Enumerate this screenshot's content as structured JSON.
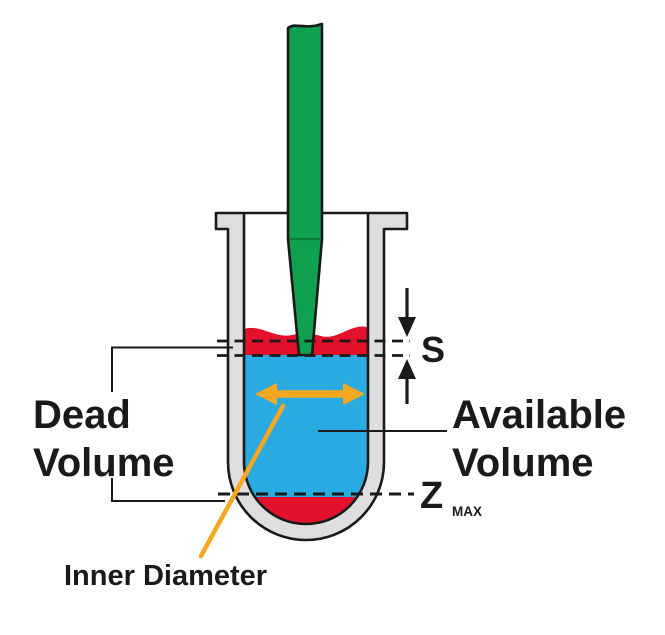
{
  "labels": {
    "dead_volume": {
      "line1": "Dead",
      "line2": "Volume"
    },
    "available_volume": {
      "line1": "Available",
      "line2": "Volume"
    },
    "inner_diameter": "Inner Diameter",
    "immersion_depth_symbol": "S",
    "z_max": {
      "symbol": "Z",
      "subscript": "MAX"
    }
  },
  "colors": {
    "pipette_green": "#0FA14F",
    "liquid_blue": "#29ABE2",
    "dead_volume_red": "#E4112B",
    "dimension_orange": "#F7A720",
    "tube_gray": "#DEDEDE",
    "line_black": "#1A1A1A"
  }
}
